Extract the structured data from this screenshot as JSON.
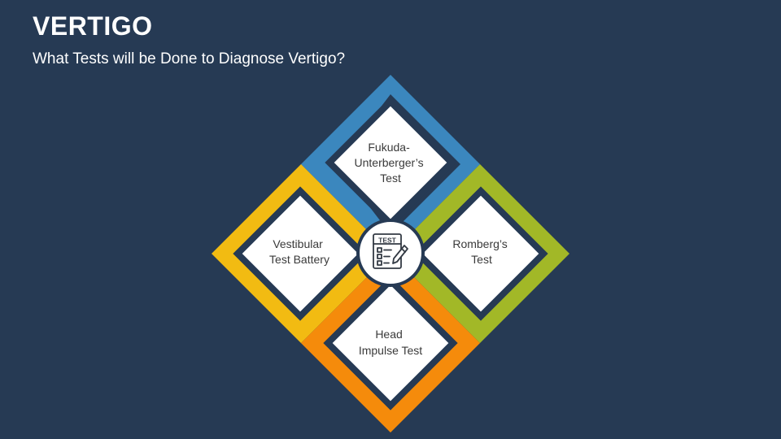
{
  "slide": {
    "title": "VERTIGO",
    "subtitle": "What Tests will be Done to Diagnose Vertigo?"
  },
  "center": {
    "icon": "test-clipboard-icon",
    "icon_text": "TEST"
  },
  "tests": [
    {
      "position": "top",
      "lines": [
        "Fukuda-",
        "Unterberger’s",
        "Test"
      ],
      "color": "#3b87be"
    },
    {
      "position": "left",
      "lines": [
        "Vestibular",
        "Test Battery"
      ],
      "color": "#f2bb12"
    },
    {
      "position": "right",
      "lines": [
        "Romberg’s",
        "Test"
      ],
      "color": "#a2b827"
    },
    {
      "position": "bottom",
      "lines": [
        "Head",
        "Impulse Test"
      ],
      "color": "#f58b0b"
    }
  ],
  "colors": {
    "background": "#263a54",
    "card": "#ffffff",
    "text": "#3a3a3a"
  }
}
